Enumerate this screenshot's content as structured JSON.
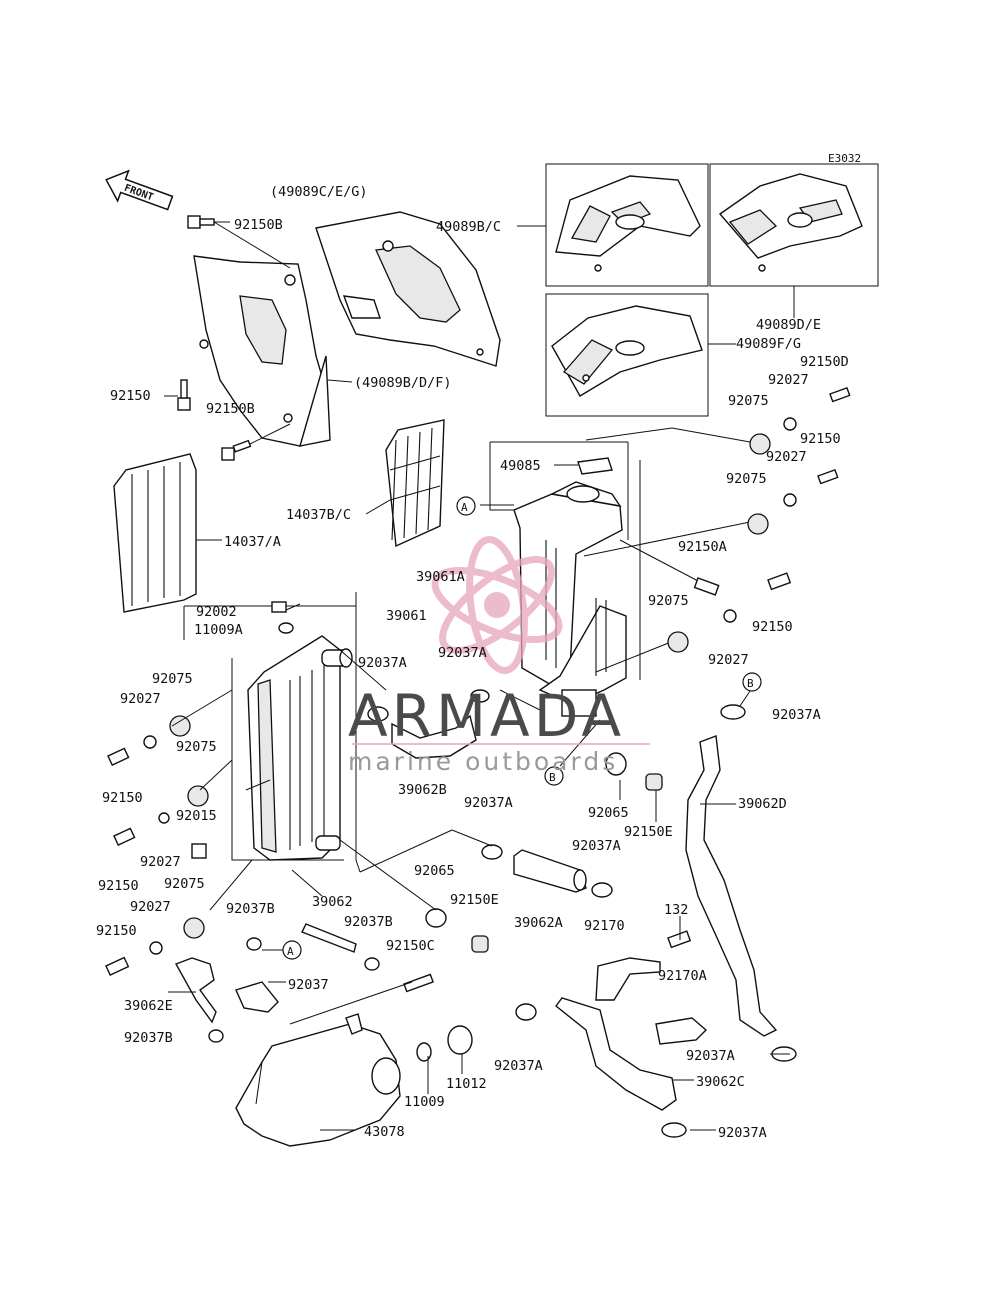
{
  "diagram_code": "E3032",
  "front_label": "FRONT",
  "watermark": {
    "brand": "ARMADA",
    "tagline": "marine outboards",
    "accent": "#e6a5bd",
    "text_color": "#4a4a4a"
  },
  "callouts": {
    "c_A": "A",
    "c_B": "B"
  },
  "labels": {
    "l01": "(49089C/E/G)",
    "l02": "92150B",
    "l03": "49089B/C",
    "l04": "49089D/E",
    "l05": "49089F/G",
    "l06": "92150D",
    "l07": "92027",
    "l08": "92075",
    "l09": "92150",
    "l10": "92027",
    "l11": "92075",
    "l12": "92150A",
    "l13": "(49089B/D/F)",
    "l14": "92150",
    "l15": "92150B",
    "l16": "49085",
    "l17": "14037B/C",
    "l18": "14037/A",
    "l19": "39061A",
    "l20": "92075",
    "l21": "92150",
    "l22": "92027",
    "l23": "92002",
    "l24": "11009A",
    "l25": "39061",
    "l26": "92037A",
    "l27": "92037A",
    "l28": "92037A",
    "l29": "92075",
    "l30": "92027",
    "l31": "92075",
    "l32": "92150",
    "l33": "92015",
    "l34": "92027",
    "l35": "92150",
    "l36": "92075",
    "l37": "39062B",
    "l38": "92037A",
    "l39": "92065",
    "l40": "92150E",
    "l41": "39062D",
    "l42": "92065",
    "l43": "92037A",
    "l44": "92027",
    "l45": "92037B",
    "l46": "39062",
    "l47": "92037B",
    "l48": "92150E",
    "l49": "39062A",
    "l50": "92170",
    "l51": "92150",
    "l52": "92150C",
    "l53": "132",
    "l54": "92037",
    "l55": "92170A",
    "l56": "39062E",
    "l57": "92037B",
    "l58": "11012",
    "l59": "92037A",
    "l60": "92037A",
    "l61": "11009",
    "l62": "39062C",
    "l63": "43078",
    "l64": "92037A"
  }
}
